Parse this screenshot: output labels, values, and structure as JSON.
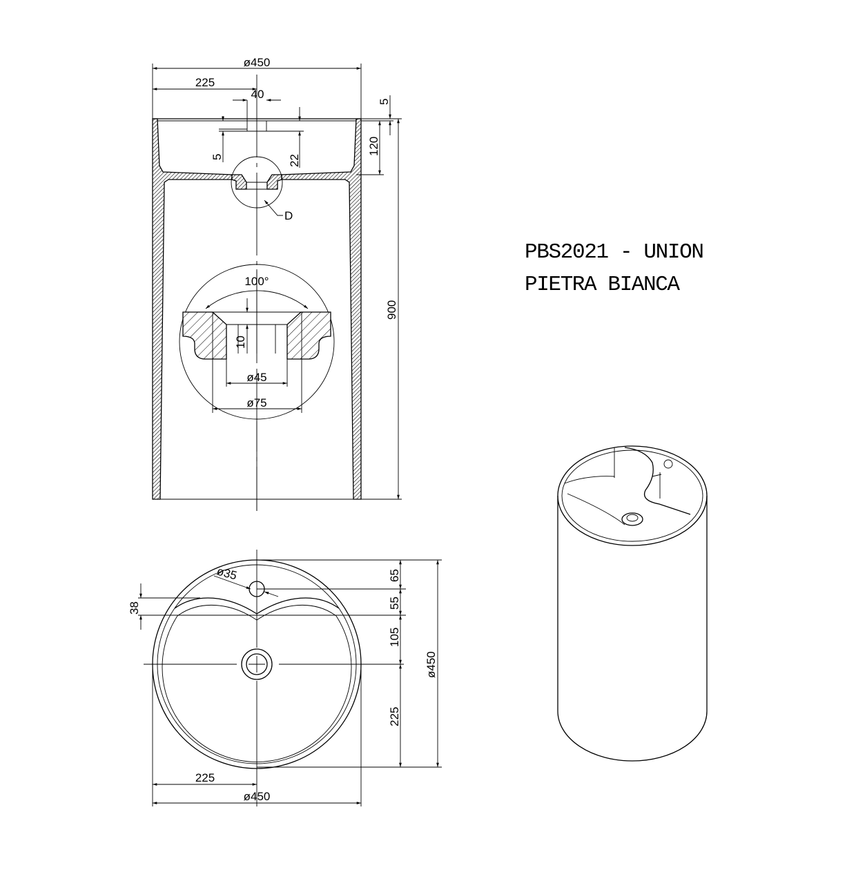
{
  "title": {
    "line1": "PBS2021 - UNION",
    "line2": "PIETRA BIANCA"
  },
  "side_view": {
    "overall_width": "ø450",
    "half_width": "225",
    "tap_hole_width": "40",
    "rim_step": "5",
    "tap_inset": "5",
    "tap_depth": "22",
    "bowl_depth": "120",
    "height": "900",
    "detail_label": "D"
  },
  "detail_d": {
    "angle": "100°",
    "depth": "10",
    "hole_diameter": "ø45",
    "chamfer_diameter": "ø75"
  },
  "top_view": {
    "tap_hole_diameter": "ø35",
    "tap_offset": "65",
    "ridge_offset": "55",
    "drain_offset": "105",
    "rear_radius": "225",
    "diameter_vertical": "ø450",
    "ridge_height": "38",
    "half_width": "225",
    "diameter_horizontal": "ø450"
  }
}
